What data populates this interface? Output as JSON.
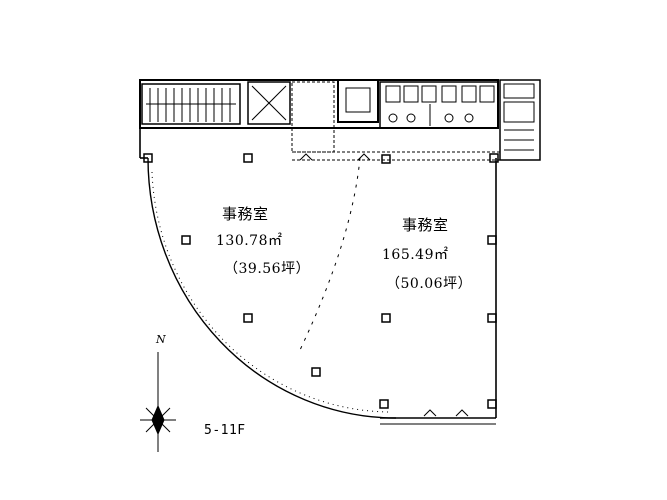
{
  "plan": {
    "rooms": [
      {
        "name": "事務室",
        "area": "130.78㎡",
        "tsubo": "（39.56坪）"
      },
      {
        "name": "事務室",
        "area": "165.49㎡",
        "tsubo": "（50.06坪）"
      }
    ],
    "floor_label": "5-11F",
    "north_label": "N",
    "wall_color": "#000000",
    "line_color": "#000000"
  }
}
